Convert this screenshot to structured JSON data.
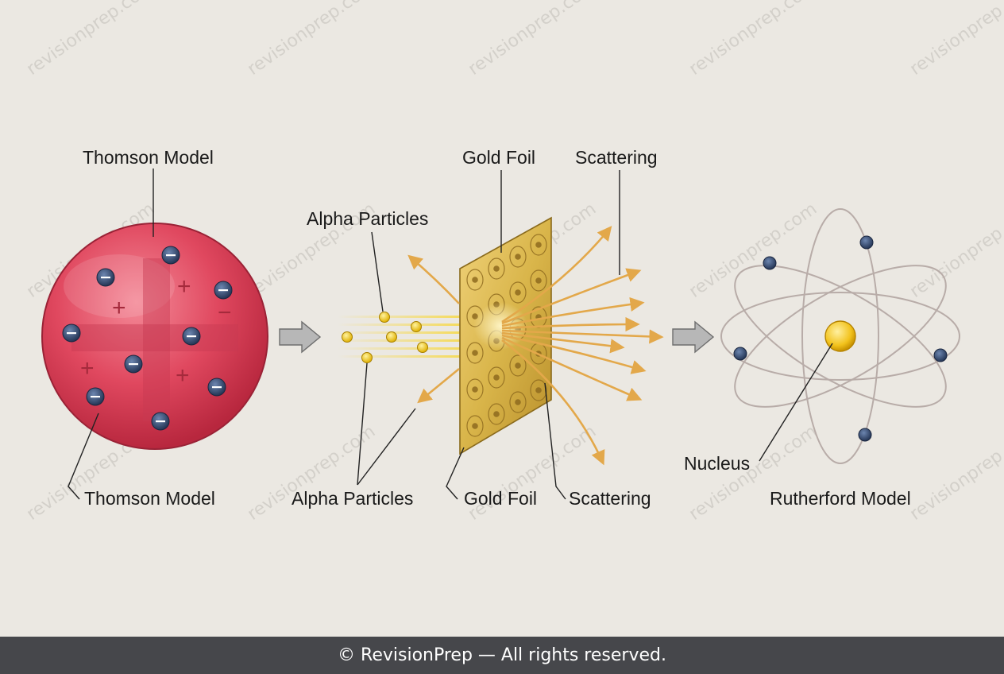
{
  "labels": {
    "thomson_top": "Thomson Model",
    "thomson_bottom": "Thomson Model",
    "alpha_top": "Alpha Particles",
    "alpha_bottom": "Alpha Particles",
    "foil_top": "Gold Foil",
    "foil_bottom": "Gold Foil",
    "scatter_top": "Scattering",
    "scatter_bottom": "Scattering",
    "nucleus": "Nucleus",
    "rutherford": "Rutherford Model"
  },
  "symbols": {
    "plus": "+",
    "minus": "−"
  },
  "watermark": "revisionprep.com",
  "footer": "© RevisionPrep — All rights reserved.",
  "colors": {
    "background": "#ebe8e2",
    "thomson_sphere": "#e0485f",
    "electron": "#2f4468",
    "gold": "#d9b54a",
    "nucleus": "#f2c21c",
    "arrow": "#e3a84a",
    "footer_bg": "#46474b"
  }
}
